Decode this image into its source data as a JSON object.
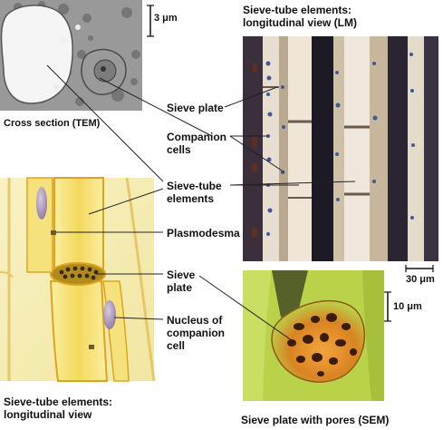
{
  "panels": {
    "tem": {
      "caption": "Cross section (TEM)",
      "scale_bar": "3 μm"
    },
    "lm": {
      "title_line1": "Sieve-tube elements:",
      "title_line2": "longitudinal view (LM)"
    },
    "illustration": {
      "title_line1": "Sieve-tube elements:",
      "title_line2": "longitudinal view"
    },
    "sem": {
      "caption": "Sieve plate with pores (SEM)",
      "scale_bar_top": "30 μm",
      "scale_bar_side": "10 μm"
    }
  },
  "labels": {
    "sieve_plate_top": "Sieve plate",
    "companion_cells_line1": "Companion",
    "companion_cells_line2": "cells",
    "sieve_tube_elements_line1": "Sieve-tube",
    "sieve_tube_elements_line2": "elements",
    "plasmodesma": "Plasmodesma",
    "sieve_plate_lower_line1": "Sieve",
    "sieve_plate_lower_line2": "plate",
    "nucleus_line1": "Nucleus of",
    "nucleus_line2": "companion",
    "nucleus_line3": "cell"
  },
  "colors": {
    "leader": "#222222",
    "tube_fill": "#f4e06a",
    "tube_wall": "#e0a31c",
    "nucleus": "#b7a2c4",
    "lm_dark": "#1d1a26",
    "sem_orange": "#e8902a"
  }
}
